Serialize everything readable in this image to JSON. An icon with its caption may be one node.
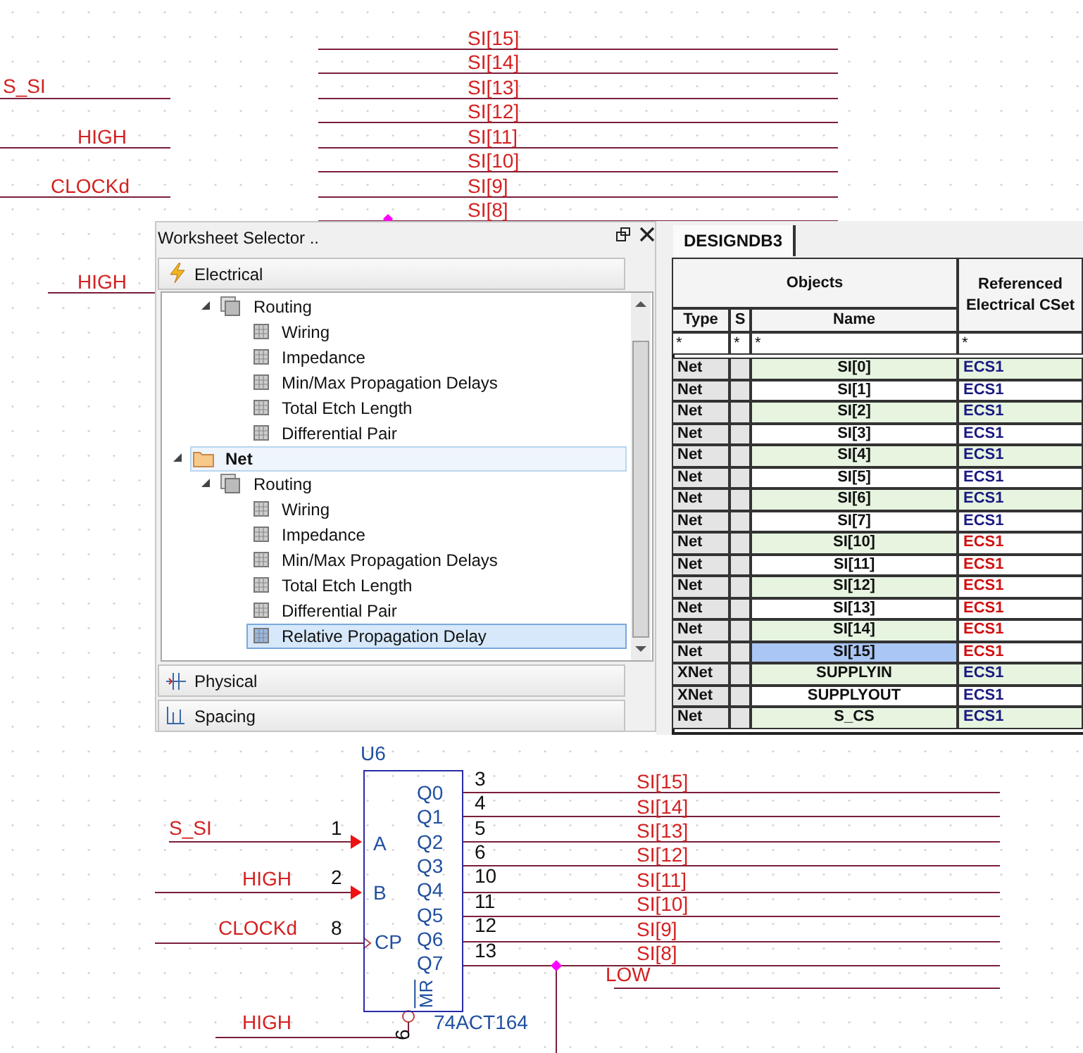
{
  "diagram": {
    "nodes": [
      {
        "text": [
          "U6",
          "A",
          "B",
          "CP",
          "Q0",
          "Q1",
          "Q2",
          "Q3",
          "Q4",
          "Q5",
          "Q6",
          "Q7",
          "MR",
          "74ACT164"
        ]
      }
    ],
    "edges": [],
    "labels": [
      "SI[15]",
      "SI[14]",
      "S_SI",
      "SI[13]",
      "SI[12]",
      "HIGH",
      "SI[11]",
      "SI[10]",
      "CLOCKd",
      "SI[9]",
      "SI[8]",
      "HIGH",
      "Worksheet Selector ..",
      "Electrical",
      "Routing",
      "Wiring",
      "Impedance",
      "Min/Max Propagation Delays",
      "Total Etch Length",
      "Differential Pair",
      "Net",
      "Routing",
      "Wiring",
      "Impedance",
      "Min/Max Propagation Delays",
      "Total Etch Length",
      "Differential Pair",
      "Relative Propagation Delay",
      "Physical",
      "Spacing",
      "DESIGNDB3",
      "Objects",
      "Referenced Electrical CSet",
      "Type",
      "S",
      "Name",
      "*",
      "*",
      "*",
      "*",
      "Net",
      "SI[0]",
      "ECS1",
      "Net",
      "SI[1]",
      "ECS1",
      "Net",
      "SI[2]",
      "ECS1",
      "Net",
      "SI[3]",
      "ECS1",
      "Net",
      "SI[4]",
      "ECS1",
      "Net",
      "SI[5]",
      "ECS1",
      "Net",
      "SI[6]",
      "ECS1",
      "Net",
      "SI[7]",
      "ECS1",
      "Net",
      "SI[10]",
      "ECS1",
      "Net",
      "SI[11]",
      "ECS1",
      "Net",
      "SI[12]",
      "ECS1",
      "Net",
      "SI[13]",
      "ECS1",
      "Net",
      "SI[14]",
      "ECS1",
      "Net",
      "SI[15]",
      "ECS1",
      "XNet",
      "SUPPLYIN",
      "ECS1",
      "XNet",
      "SUPPLYOUT",
      "ECS1",
      "Net",
      "S_CS",
      "ECS1",
      "3",
      "SI[15]",
      "4",
      "SI[14]",
      "S_SI",
      "1",
      "5",
      "SI[13]",
      "6",
      "SI[12]",
      "HIGH",
      "2",
      "10",
      "SI[11]",
      "11",
      "SI[10]",
      "CLOCKd",
      "8",
      "12",
      "SI[9]",
      "13",
      "SI[8]",
      "LOW",
      "HIGH",
      "9"
    ]
  }
}
